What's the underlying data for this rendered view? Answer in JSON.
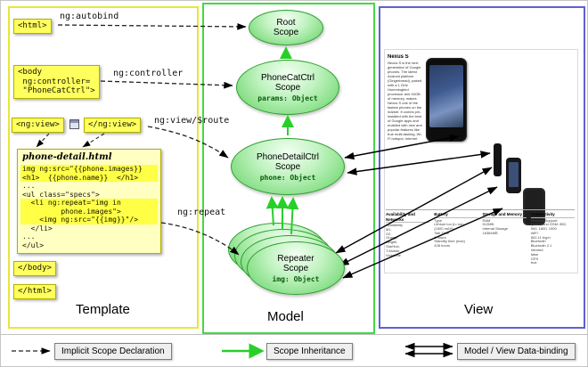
{
  "panels": {
    "template_label": "Template",
    "model_label": "Model",
    "view_label": "View"
  },
  "template": {
    "html_open": "<html>",
    "body_open": "<body\n ng:controller=\n \"PhoneCatCtrl\">",
    "ngview_open": "<ng:view>",
    "ngview_close": "</ng:view>",
    "code_title": "phone-detail.html",
    "code_lines": [
      "img ng:src=\"{{phone.images}}",
      "<h1>  {{phone.name}}  </h1>",
      "...",
      "<ul class=\"specs\">",
      "  <li ng:repeat=\"img in",
      "         phone.images\">",
      "    <img ng:src=\"{{img}}\"/>",
      "  </li>",
      "...",
      "</ul>"
    ],
    "body_close": "</body>",
    "html_close": "</html>"
  },
  "arrow_labels": {
    "autobind": "ng:autobind",
    "controller": "ng:controller",
    "view_route": "ng:view/$route",
    "repeat": "ng:repeat"
  },
  "scopes": {
    "root": {
      "title": "Root\nScope"
    },
    "phonecat": {
      "title": "PhoneCatCtrl\nScope",
      "detail": "params: Object"
    },
    "phonedetail": {
      "title": "PhoneDetailCtrl\nScope",
      "detail": "phone: Object"
    },
    "repeater": {
      "title": "Repeater\nScope",
      "detail": "img: Object"
    }
  },
  "view": {
    "phone_title": "Nexus S",
    "phone_description": "Nexus S is the next generation of Google phones. The latest Android platform (Gingerbread), paired with a 1 GHz Hummingbird processor and 16GB of memory, makes Nexus S one of the fastest phones on the market. It comes pre-installed with the best of Google apps and enabled with new and popular features like true multi-tasking, Wi-Fi hotspot, Internet Calling, NFC support and full web browsing. With this device, users will also be the first to receive software upgrades and new Google mobile apps as soon as they become available. For more details, visit http://www.google.com/nexus.",
    "spec_groups": [
      {
        "heading": "Availability and Networks",
        "body": "Availability\nM1,\nO2,\nOrange,\nSingtel,\nStarHub,\nT-Mobile,\nVodafone"
      },
      {
        "heading": "Battery",
        "body": "Type\nLithium Ion (Li-Ion)\n(1500 mAH)\nTalk Time\n6 hours\nStandby time (max)\n428 hours"
      },
      {
        "heading": "Storage and Memory",
        "body": "RAM\n512MB\nInternal Storage\n16384MB"
      },
      {
        "heading": "Connectivity",
        "body": "Network Support\nQuad-band GSM: 850,\n900, 1800, 1900\nWiFi\n802.11 b/g/n\nBluetooth\nBluetooth 2.1\nInfrared\nfalse\nGPS\ntrue"
      }
    ]
  },
  "legend": {
    "implicit": "Implicit Scope Declaration",
    "inheritance": "Scope Inheritance",
    "binding": "Model / View Data-binding"
  },
  "colors": {
    "template_border": "#e6e63c",
    "model_border": "#43d943",
    "view_border": "#6060d0",
    "scope_green": "#63cc63",
    "inheritance_arrow": "#28cf28",
    "code_yellow": "#ffff5e"
  }
}
